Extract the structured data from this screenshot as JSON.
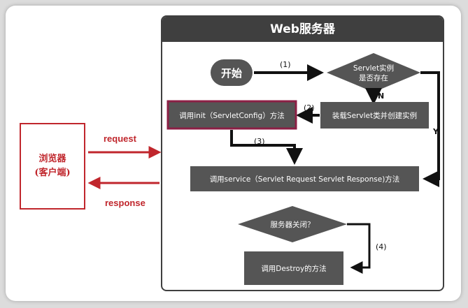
{
  "server": {
    "title": "Web服务器"
  },
  "browser": {
    "line1": "浏览器",
    "line2": "(客户端)"
  },
  "arrows": {
    "request": "request",
    "response": "response"
  },
  "nodes": {
    "start": "开始",
    "check": [
      "Servlet实例",
      "是否存在"
    ],
    "load": "装载Servlet类并创建实例",
    "init": "调用init（ServletConfig）方法",
    "service": "调用service（Servlet Request Servlet Response)方法",
    "close": "服务器关闭？",
    "destroy": "调用Destroy的方法"
  },
  "edges": {
    "e1": "(1)",
    "e2": "(2)",
    "e3": "(3)",
    "e4": "(4)",
    "no": "N",
    "yes": "Y"
  },
  "colors": {
    "dark": "#3f3f3f",
    "node": "#555555",
    "accent": "#c0262c",
    "init_border": "#8c1f45"
  }
}
